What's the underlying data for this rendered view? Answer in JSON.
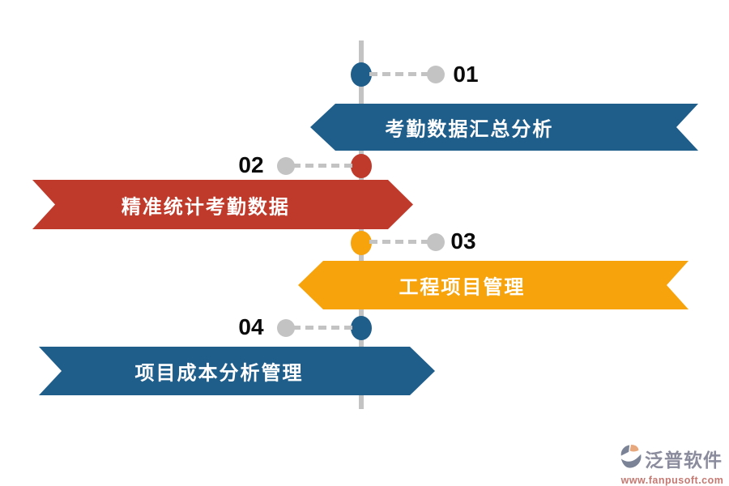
{
  "canvas": {
    "background": "#ffffff",
    "line_color": "#c3c3c3",
    "number_color": "#0a0a0a"
  },
  "timeline": {
    "items": [
      {
        "number": "01",
        "label": "考勤数据汇总分析",
        "color": "#1f5e8b",
        "side": "right"
      },
      {
        "number": "02",
        "label": "精准统计考勤数据",
        "color": "#c03a2b",
        "side": "left"
      },
      {
        "number": "03",
        "label": "工程项目管理",
        "color": "#f7a30b",
        "side": "right"
      },
      {
        "number": "04",
        "label": "项目成本分析管理",
        "color": "#1f5e8b",
        "side": "left"
      }
    ]
  },
  "watermark": {
    "brand": "泛普软件",
    "url": "www.fanpusoft.com",
    "icon": "fanpu-logo-icon",
    "brand_color": "#8a8b9c",
    "url_color": "#c47a72",
    "icon_colors": {
      "swoosh": "#7b8397",
      "leaf": "#e8a87e"
    }
  }
}
